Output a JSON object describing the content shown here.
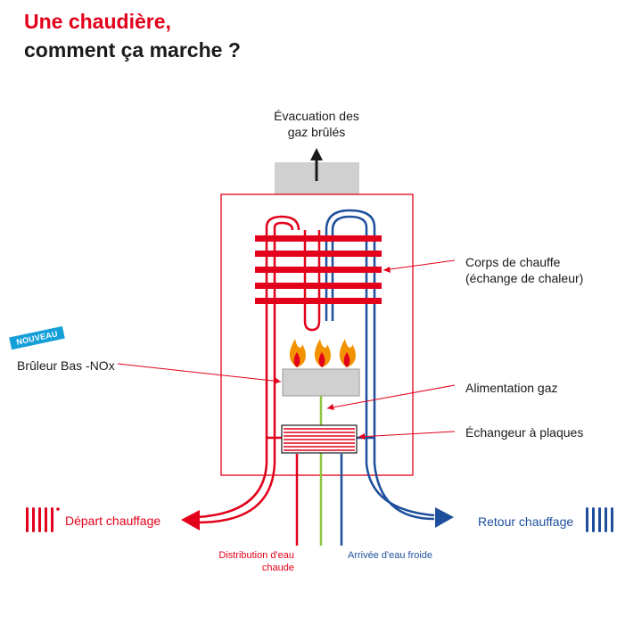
{
  "title": {
    "line1": "Une chaudière,",
    "line2": "comment ça marche ?"
  },
  "badge": "NOUVEAU",
  "labels": {
    "exhaust_line1": "Évacuation des",
    "exhaust_line2": "gaz brûlés",
    "heat_body_line1": "Corps de chauffe",
    "heat_body_line2": "(échange de chaleur)",
    "burner": "Brûleur Bas -NOx",
    "gas_supply": "Alimentation gaz",
    "plate_exchanger": "Échangeur à plaques",
    "heating_out": "Départ chauffage",
    "heating_return": "Retour chauffage",
    "hot_water_line1": "Distribution d'eau",
    "hot_water_line2": "chaude",
    "cold_water": "Arrivée d'eau froide"
  },
  "colors": {
    "red": "#e2001a",
    "blue": "#1d4f9c",
    "green": "#8cc63f",
    "grey": "#d0d0d0",
    "badge": "#159fd8"
  },
  "icons": [
    "radiator-icon-red",
    "radiator-icon-blue",
    "flame-icon"
  ]
}
